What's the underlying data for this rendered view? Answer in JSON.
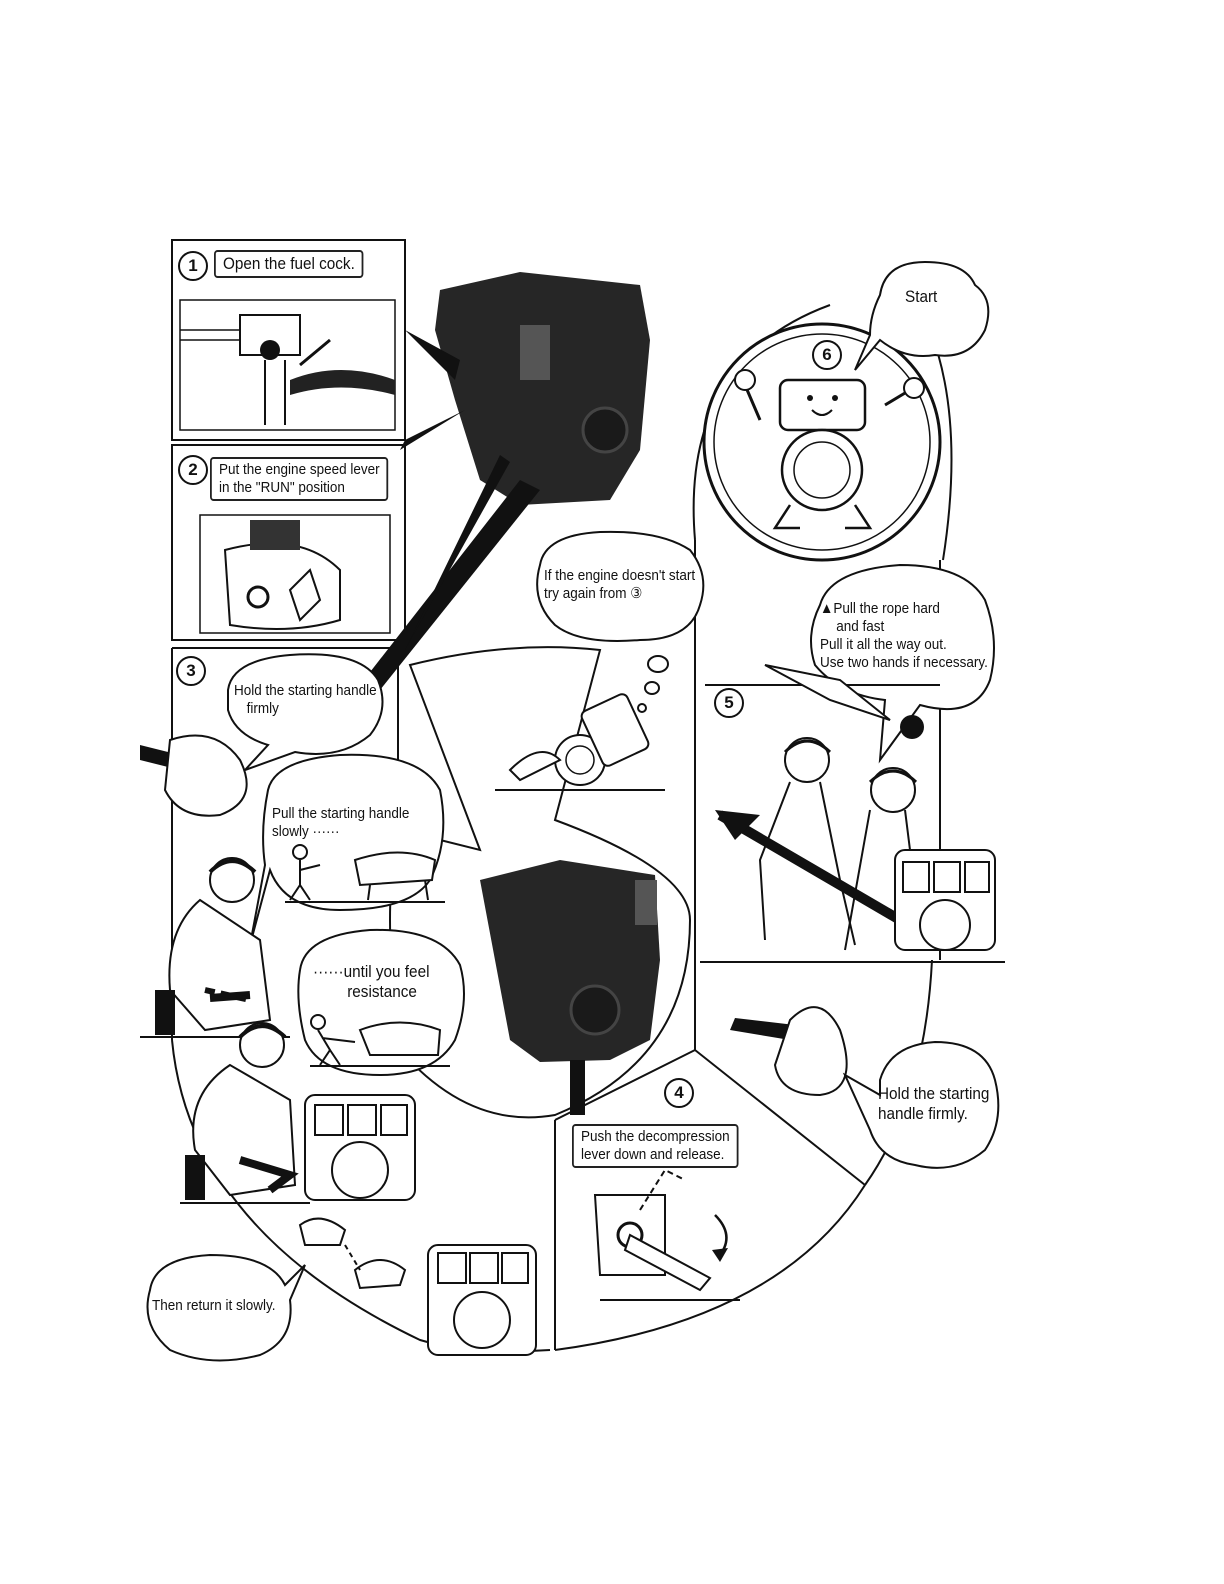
{
  "steps": {
    "step1": {
      "number": "1",
      "text": "Open the fuel cock."
    },
    "step2": {
      "number": "2",
      "line1": "Put the engine speed lever",
      "line2": "in the \"RUN\" position"
    },
    "step3": {
      "number": "3",
      "hold_line1": "Hold the starting handle",
      "hold_line2": "firmly",
      "pull_line1": "Pull the starting handle",
      "pull_line2": "slowly ······",
      "resist_line1": "······until you feel",
      "resist_line2": "resistance",
      "return_text": "Then return it slowly."
    },
    "step4": {
      "number": "4",
      "line1": "Push the decompression",
      "line2": "lever down and release."
    },
    "step5": {
      "number": "5",
      "line1": "▲Pull the rope hard",
      "line2": "and fast",
      "line3": "Pull it all the way out.",
      "line4": "Use two hands if necessary.",
      "hold_line1": "Hold the starting",
      "hold_line2": "handle firmly."
    },
    "step6": {
      "number": "6",
      "text": "Start"
    },
    "retry": {
      "line1": "If the engine doesn't start",
      "line2": "try again from ③"
    }
  },
  "colors": {
    "ink": "#111111",
    "engine": "#2a2a2a",
    "paper": "#ffffff"
  }
}
